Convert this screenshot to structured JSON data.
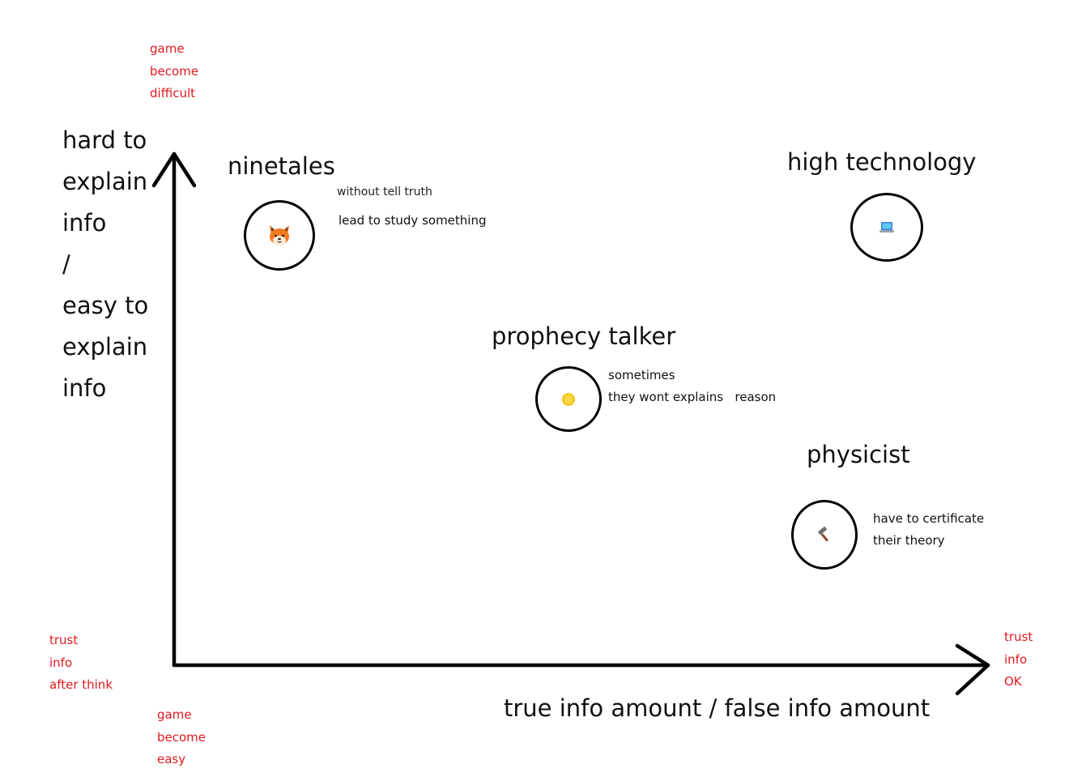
{
  "corner_notes": {
    "top_left": [
      "game",
      "become",
      "difficult"
    ],
    "bottom_left": [
      "trust",
      "info",
      "after think"
    ],
    "bottom": [
      "game",
      "become",
      "easy"
    ],
    "right": [
      "trust",
      "info",
      "OK"
    ]
  },
  "y_axis_label": [
    "hard to",
    "explain",
    "info",
    "/",
    "easy to",
    "explain",
    "info"
  ],
  "x_axis_label": "true info amount / false info amount",
  "nodes": {
    "ninetales": {
      "title": "ninetales",
      "icon": "fox-face-icon",
      "notes": [
        "without tell truth",
        "lead to study something"
      ]
    },
    "high_technology": {
      "title": "high technology",
      "icon": "laptop-icon"
    },
    "prophecy_talker": {
      "title": "prophecy talker",
      "icon": "coin-icon",
      "notes": [
        "sometimes",
        "they wont explains   reason"
      ]
    },
    "physicist": {
      "title": "physicist",
      "icon": "hammer-icon",
      "notes": [
        "have to certificate",
        "their theory"
      ]
    }
  },
  "colors": {
    "annotation_red": "#e0191f",
    "axis": "#000000",
    "text": "#111111"
  }
}
